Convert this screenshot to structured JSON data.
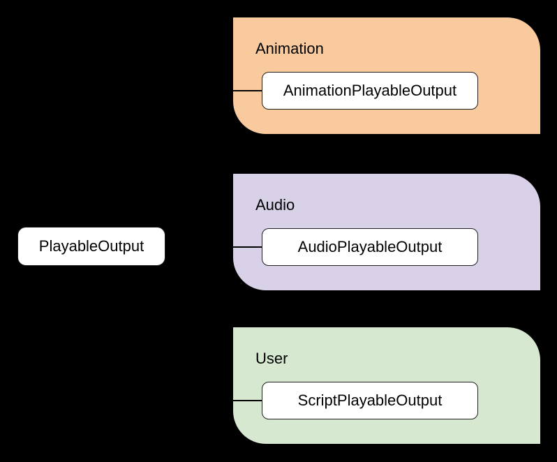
{
  "diagram": {
    "root": {
      "label": "PlayableOutput"
    },
    "groups": [
      {
        "label": "Animation",
        "child_label": "AnimationPlayableOutput",
        "fill": "#F8CA9D"
      },
      {
        "label": "Audio",
        "child_label": "AudioPlayableOutput",
        "fill": "#D8D1E8"
      },
      {
        "label": "User",
        "child_label": "ScriptPlayableOutput",
        "fill": "#D7E8D0"
      }
    ],
    "colors": {
      "background": "#000000",
      "node_fill": "#FFFFFF",
      "line": "#000000",
      "text": "#000000"
    }
  }
}
